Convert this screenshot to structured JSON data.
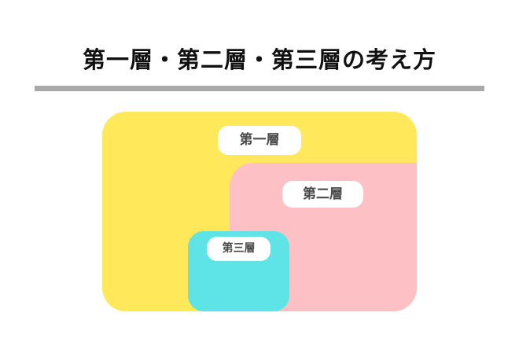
{
  "title": "第一層・第二層・第三層の考え方",
  "colors": {
    "rule": "#a9a9a9",
    "layer1": "#ffe95a",
    "layer2": "#fdc0c5",
    "layer3": "#5ee4e6",
    "label_bg": "#ffffff",
    "label_text": "#4a4a4a"
  },
  "layers": [
    {
      "label": "第一層"
    },
    {
      "label": "第二層"
    },
    {
      "label": "第三層"
    }
  ]
}
